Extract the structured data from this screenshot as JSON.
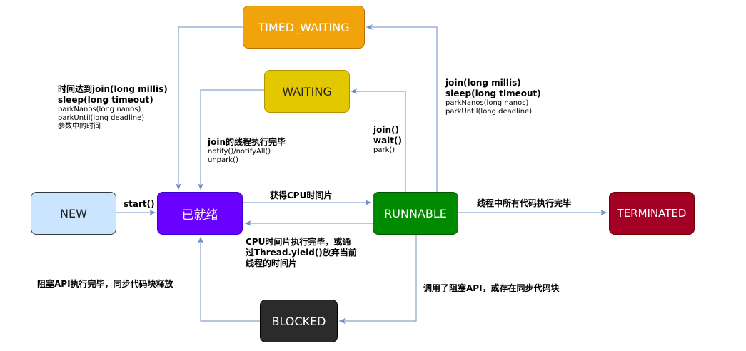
{
  "nodes": {
    "new": {
      "label": "NEW",
      "fill": "#cce5ff",
      "stroke": "#36393d"
    },
    "ready": {
      "label": "已就绪",
      "fill": "#6a00ff",
      "stroke": "#3700cc"
    },
    "runnable": {
      "label": "RUNNABLE",
      "fill": "#008a00",
      "stroke": "#005700"
    },
    "terminated": {
      "label": "TERMINATED",
      "fill": "#a20025",
      "stroke": "#6f0000"
    },
    "timed_waiting": {
      "label": "TIMED_WAITING",
      "fill": "#f0a30a",
      "stroke": "#bd7000"
    },
    "waiting": {
      "label": "WAITING",
      "fill": "#e3c800",
      "stroke": "#b09500"
    },
    "blocked": {
      "label": "BLOCKED",
      "fill": "#2b2b2b",
      "stroke": "#000000"
    }
  },
  "edges": {
    "new_ready": "start()",
    "ready_runnable": "获得CPU时间片",
    "runnable_ready": [
      "CPU时间片执行完毕，或通",
      "过Thread.yield()放弃当前",
      "线程的时间片"
    ],
    "runnable_terminated": "线程中所有代码执行完毕",
    "runnable_blocked": "调用了阻塞API，或存在同步代码块",
    "blocked_ready": "阻塞API执行完毕，同步代码块释放",
    "runnable_waiting": [
      "join()",
      "wait()",
      "park()"
    ],
    "waiting_ready": {
      "bold": "join的线程执行完毕",
      "lines": [
        "notify()/notifyAll()",
        "unpark()"
      ]
    },
    "runnable_timed": {
      "bold": [
        "join(long millis)",
        "sleep(long timeout)"
      ],
      "lines": [
        "parkNanos(long nanos)",
        "parkUntil(long deadline)"
      ]
    },
    "timed_ready": {
      "bold": [
        "时间达到join(long millis)",
        "sleep(long timeout)"
      ],
      "lines": [
        "parkNanos(long nanos)",
        "parkUntil(long deadline)",
        "参数中的时间"
      ]
    }
  },
  "colors": {
    "edge": "#6c8ebf"
  }
}
